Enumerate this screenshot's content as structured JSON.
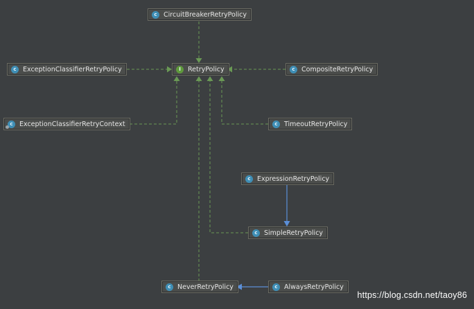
{
  "diagram": {
    "nodes": [
      {
        "id": "circuit",
        "label": "CircuitBreakerRetryPolicy",
        "icon_letter": "c",
        "kind": "class"
      },
      {
        "id": "retry",
        "label": "RetryPolicy",
        "icon_letter": "I",
        "kind": "interface"
      },
      {
        "id": "exclassifier",
        "label": "ExceptionClassifierRetryPolicy",
        "icon_letter": "c",
        "kind": "class"
      },
      {
        "id": "composite",
        "label": "CompositeRetryPolicy",
        "icon_letter": "c",
        "kind": "class"
      },
      {
        "id": "excontext",
        "label": "ExceptionClassifierRetryContext",
        "icon_letter": "c",
        "kind": "inner-class"
      },
      {
        "id": "timeout",
        "label": "TimeoutRetryPolicy",
        "icon_letter": "c",
        "kind": "class"
      },
      {
        "id": "expression",
        "label": "ExpressionRetryPolicy",
        "icon_letter": "c",
        "kind": "class"
      },
      {
        "id": "simple",
        "label": "SimpleRetryPolicy",
        "icon_letter": "c",
        "kind": "class"
      },
      {
        "id": "never",
        "label": "NeverRetryPolicy",
        "icon_letter": "c",
        "kind": "class"
      },
      {
        "id": "always",
        "label": "AlwaysRetryPolicy",
        "icon_letter": "c",
        "kind": "class"
      }
    ],
    "edges": [
      {
        "from": "circuit",
        "to": "retry",
        "type": "implements"
      },
      {
        "from": "exclassifier",
        "to": "retry",
        "type": "implements"
      },
      {
        "from": "composite",
        "to": "retry",
        "type": "implements"
      },
      {
        "from": "excontext",
        "to": "retry",
        "type": "implements"
      },
      {
        "from": "timeout",
        "to": "retry",
        "type": "implements"
      },
      {
        "from": "simple",
        "to": "retry",
        "type": "implements"
      },
      {
        "from": "never",
        "to": "retry",
        "type": "implements"
      },
      {
        "from": "expression",
        "to": "simple",
        "type": "extends"
      },
      {
        "from": "always",
        "to": "never",
        "type": "extends"
      }
    ],
    "colors": {
      "background": "#3c3f41",
      "implements_edge": "#6a9955",
      "extends_edge": "#5b8fd8"
    }
  },
  "watermark": "https://blog.csdn.net/taoy86"
}
